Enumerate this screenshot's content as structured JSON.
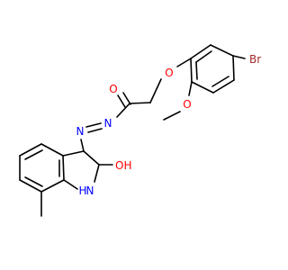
{
  "atoms": {
    "br": "Br",
    "o_ether_ring": "O",
    "o_methoxy": "O",
    "o_carbonyl": "O",
    "n_azo_1": "N",
    "n_azo_2": "N",
    "o_hydroxy": "OH",
    "nh": "H",
    "nh_n": "N"
  },
  "colors": {
    "bond": "#000000",
    "oxygen": "#ff0000",
    "nitrogen": "#0000ff",
    "bromine": "#a52a2a",
    "background": "#ffffff"
  }
}
